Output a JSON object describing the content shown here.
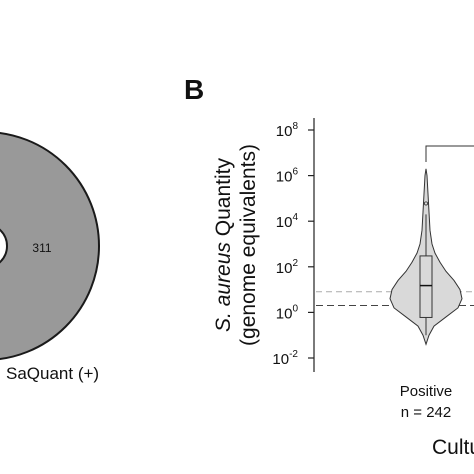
{
  "panel_label": "B",
  "donut": {
    "slice_value": "311",
    "caption": "SaQuant (+)",
    "colors": {
      "fill": "#999999",
      "stroke": "#1a1a1a"
    }
  },
  "violin": {
    "ylabel_italic": "S. aureus",
    "ylabel_rest": " Quantity",
    "ylabel_line2": "(genome equivalents)",
    "xlabel_partial": "Cultu",
    "category_label": "Positive",
    "category_n": "n = 242"
  },
  "chart_data": [
    {
      "type": "pie",
      "visible_slices": [
        {
          "value": 311
        }
      ],
      "caption": "SaQuant (+)"
    },
    {
      "type": "violin",
      "y_scale": "log10",
      "ylim": [
        0.01,
        100000000
      ],
      "y_ticks": [
        {
          "base": "10",
          "exp": "8",
          "value": 100000000
        },
        {
          "base": "10",
          "exp": "6",
          "value": 1000000
        },
        {
          "base": "10",
          "exp": "4",
          "value": 10000
        },
        {
          "base": "10",
          "exp": "2",
          "value": 100
        },
        {
          "base": "10",
          "exp": "0",
          "value": 1
        },
        {
          "base": "10",
          "exp": "-2",
          "value": 0.01
        }
      ],
      "categories": [
        "Positive"
      ],
      "n": [
        242
      ],
      "box": {
        "min": 0.1,
        "q1": 0.6,
        "median": 15,
        "q3": 300,
        "max": 20000
      },
      "violin_extent": [
        0.04,
        2000000
      ],
      "outliers": [
        60000
      ],
      "reference_lines": [
        {
          "style": "light-dashed",
          "value": 8
        },
        {
          "style": "dark-dashed",
          "value": 2
        }
      ],
      "significance_bracket": true,
      "grid": false,
      "colors": {
        "violin_fill": "#d9d9d9",
        "outline": "#333333"
      }
    }
  ]
}
